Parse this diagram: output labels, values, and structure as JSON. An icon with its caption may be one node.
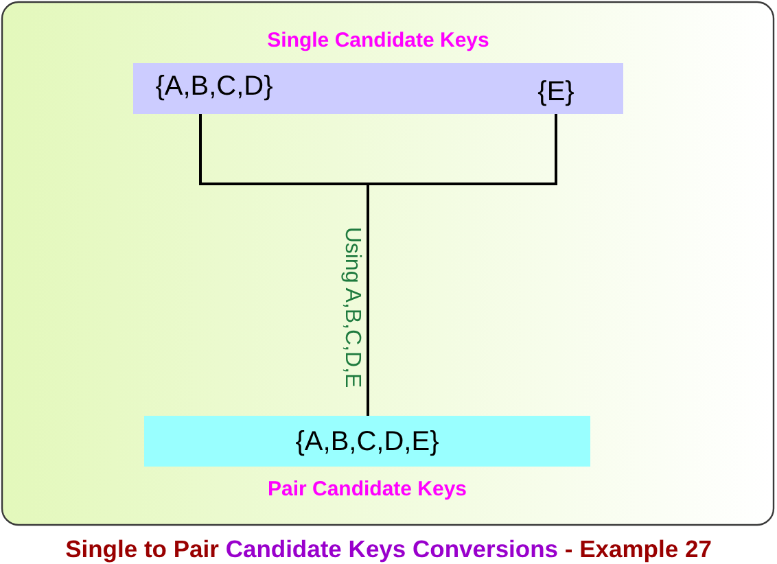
{
  "diagram": {
    "caption": "Single to Pair Candidate Keys Conversions - Example 27",
    "nodes": [
      {
        "text": [
          "Single Candidate Keys"
        ]
      },
      {
        "text": [
          "{A,B,C,D}"
        ],
        "in": 0
      },
      {
        "text": [
          "{E}"
        ],
        "in": 0
      },
      {
        "text": [
          "{A,B,C,D,E}",
          "Pair Candidate Keys"
        ]
      }
    ],
    "edges": [
      {
        "from": 1,
        "to": 3,
        "arrow": "none",
        "label": "Using A,B,C,D,E"
      },
      {
        "from": 2,
        "to": 3,
        "arrow": "none"
      }
    ]
  }
}
